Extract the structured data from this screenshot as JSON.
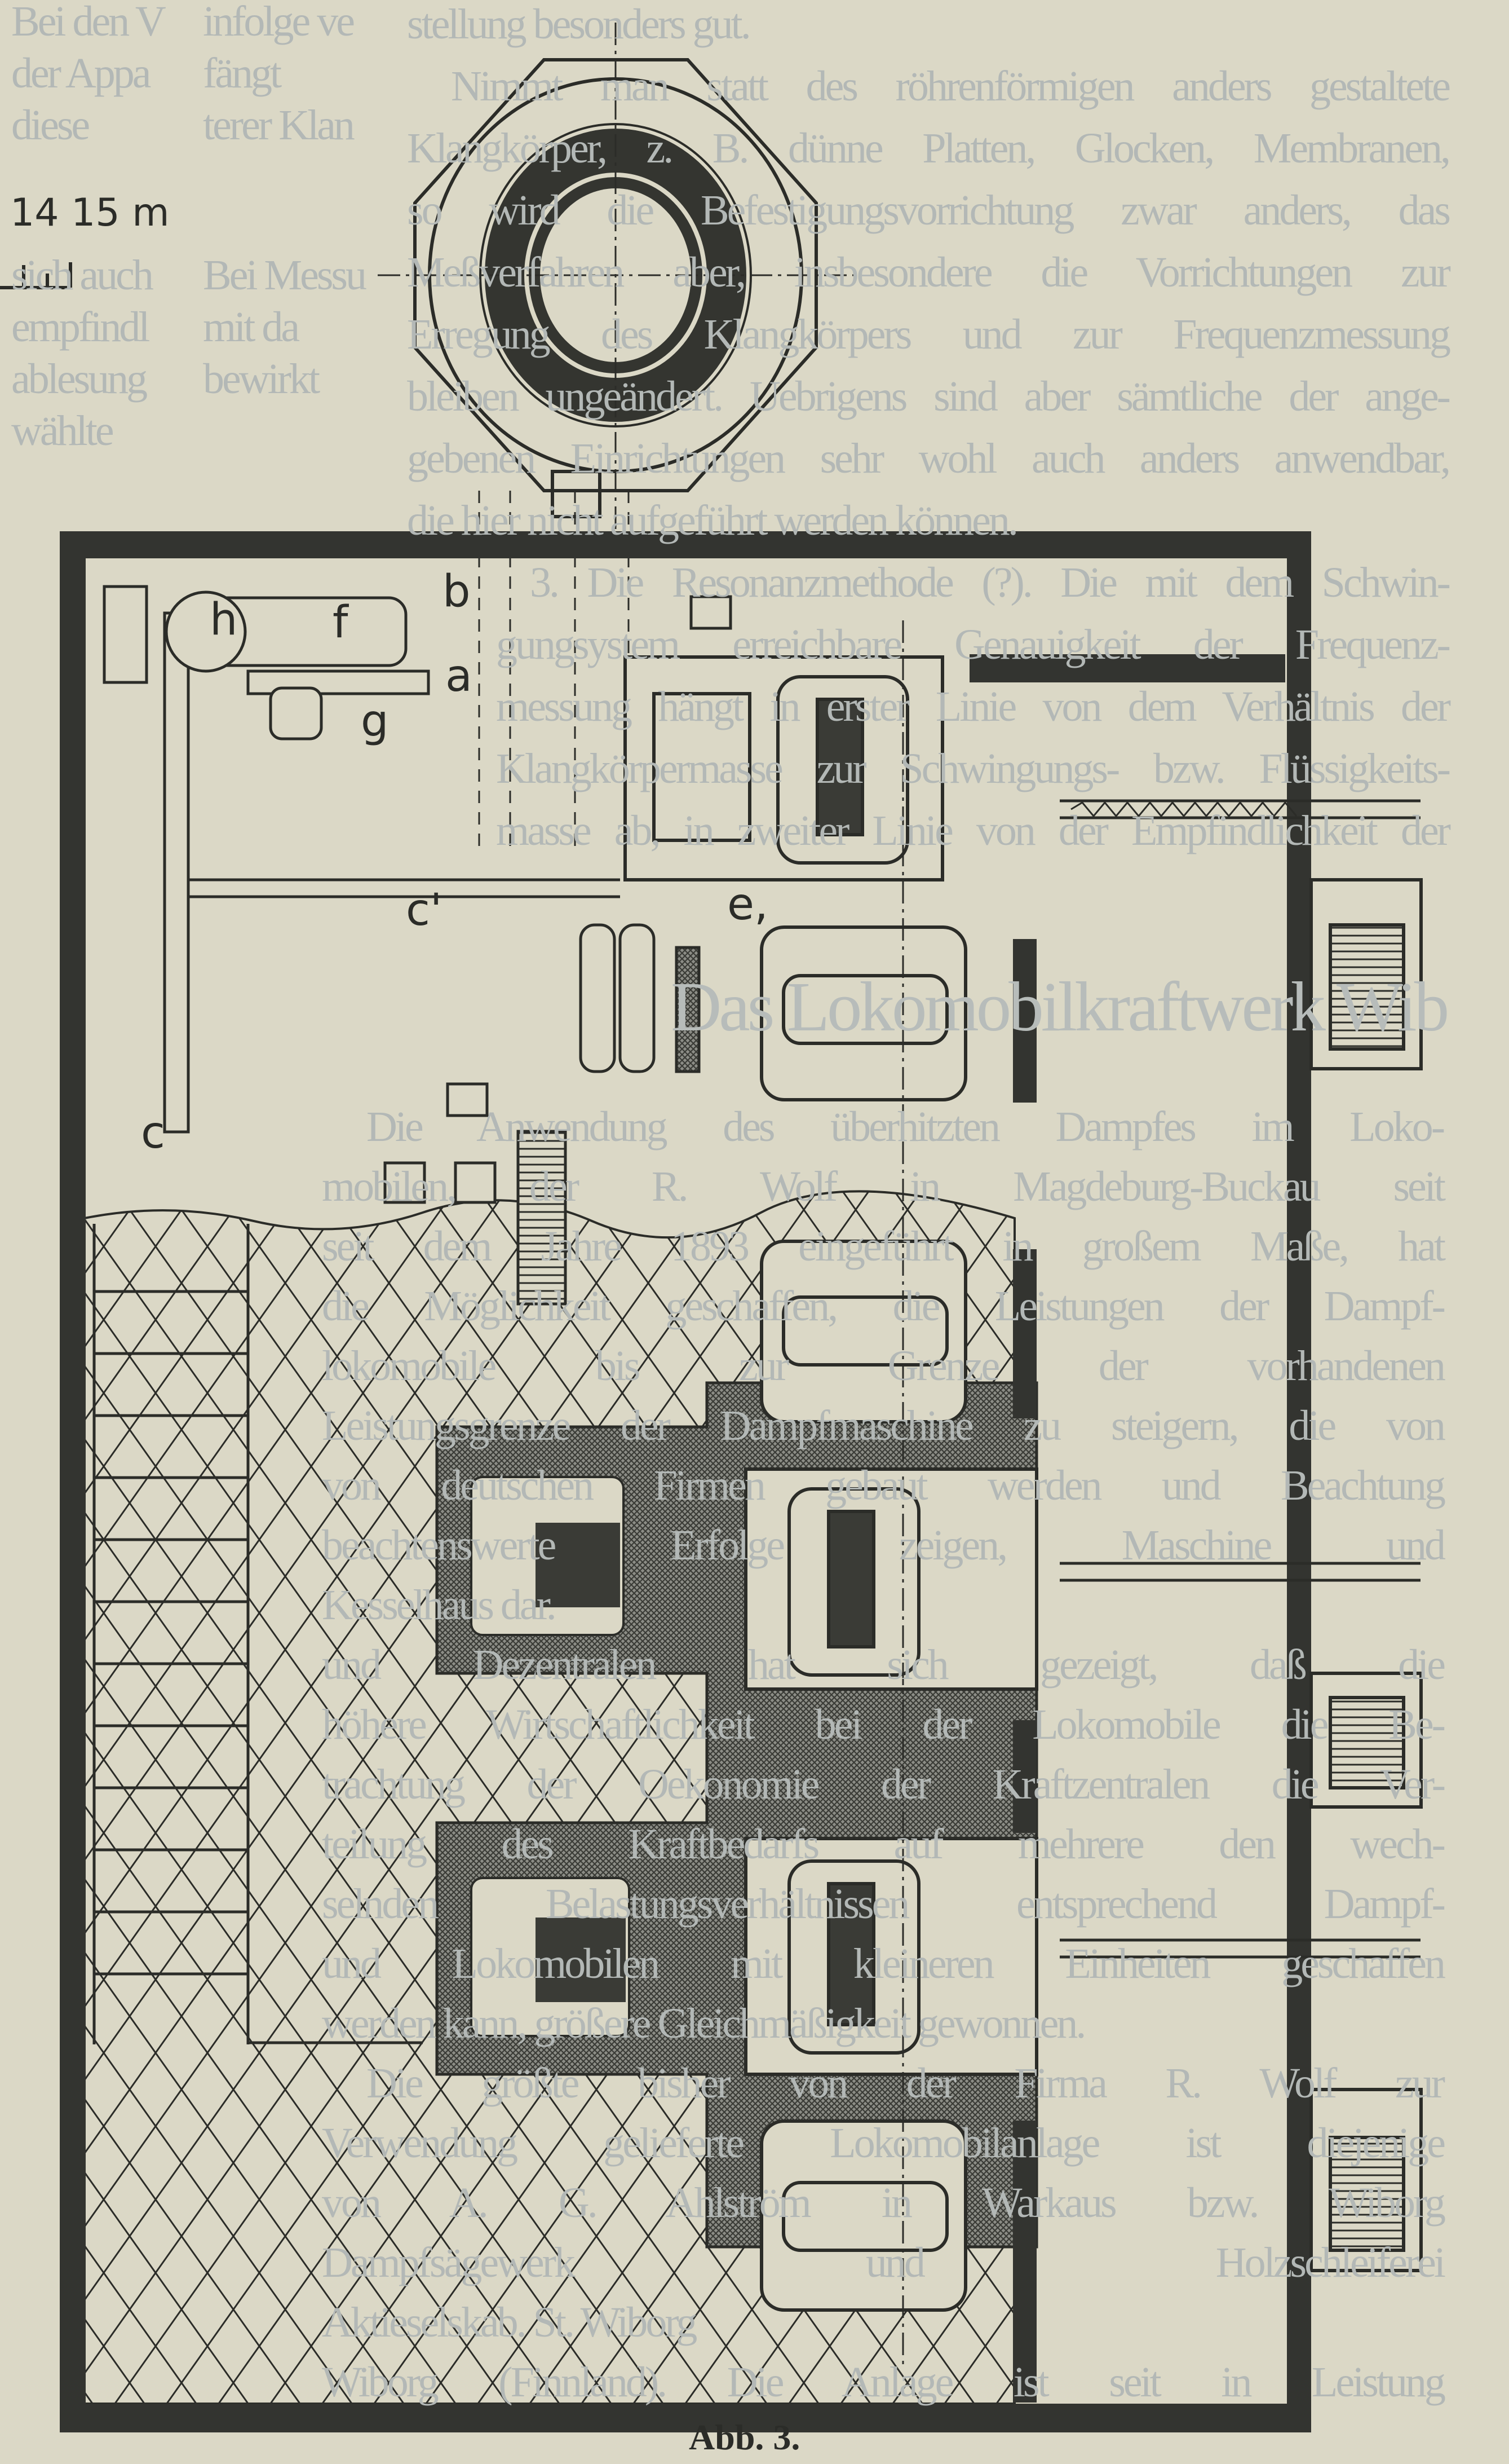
{
  "reverse_text": {
    "top_lines": [
      "stellung besonders gut.",
      "Nimmt man statt des röhrenförmigen anders gestaltete",
      "Klangkörper, z. B. dünne Platten, Glocken, Membranen,",
      "so wird die Befestigungsvorrichtung zwar anders, das",
      "Meßverfahren aber, insbesondere die Vorrichtungen zur",
      "Erregung des Klangkörpers und zur Frequenzmessung",
      "bleiben ungeändert. Uebrigens sind aber sämtliche der ange-",
      "gebenen Einrichtungen sehr wohl auch anders anwendbar,",
      "die hier nicht aufgeführt werden können.",
      "3. Die Resonanzmethode (?). Die mit dem Schwin-",
      "gungsystem erreichbare Genauigkeit der Frequenz-",
      "messung hängt in erster Linie von dem Verhältnis der",
      "Klangkörpermasse zur Schwingungs- bzw. Flüssigkeits-",
      "masse ab, in zweiter Linie von der Empfindlichkeit der"
    ],
    "heading": "Das Lokomobilkraftwerk Wib",
    "bottom_lines": [
      "Die Anwendung des überhitzten Dampfes im Loko-",
      "mobilen, der R. Wolf in Magdeburg-Buckau seit",
      "seit dem Jahre 1893 eingeführt in großem Maße, hat",
      "die Möglichkeit geschaffen, die Leistungen der Dampf-",
      "lokomobile bis zur Grenze der vorhandenen",
      "Leistungsgrenze der Dampfmaschine zu steigern, die von",
      "von deutschen Firmen gebaut werden und Beachtung",
      "beachtenswerte Erfolge zeigen, Maschine und",
      "Kesselhaus dar.",
      "und Dezentralen hat sich gezeigt, daß die",
      "höhere Wirtschaftlichkeit bei der Lokomobile die Be-",
      "trachtung der Oekonomie der Kraftzentralen die Ver-",
      "teilung des Kraftbedarfs auf mehrere den wech-",
      "selnden Belastungsverhältnissen entsprechend Dampf-",
      "und Lokomobilen mit kleineren Einheiten geschaffen",
      "werden kann, größere Gleichmäßigkeit gewonnen.",
      "Die größte bisher von der Firma R. Wolf zur",
      "Verwendung gelieferte Lokomobilanlage ist diejenige",
      "von A. G. Ahlström in Warkaus bzw. Wiborg",
      "Dampfsägewerk und Holzschleiferei",
      "Aktieselskab. St. Wiborg",
      "Wiborg (Finnland). Die Anlage ist seit in Leistung"
    ],
    "margin_words": [
      "Bei den V",
      "infolge ve",
      "der Appa",
      "fängt",
      "diese",
      "terer Klan",
      "sich auch",
      "Bei Messu",
      "empfindl",
      "mit da",
      "ablesung",
      "bewirkt",
      "wählte"
    ]
  },
  "figure": {
    "scale_label": "14  15 m",
    "labels": {
      "h": "h",
      "f": "f",
      "b": "b",
      "a": "a",
      "g": "g",
      "c_prime": "c'",
      "e": "e,",
      "c": "c"
    },
    "caption": "Abb. 3."
  },
  "colors": {
    "paper": "#dbd8c6",
    "ink": "#2b2c28",
    "ghost_text": "#b3b8b6"
  }
}
